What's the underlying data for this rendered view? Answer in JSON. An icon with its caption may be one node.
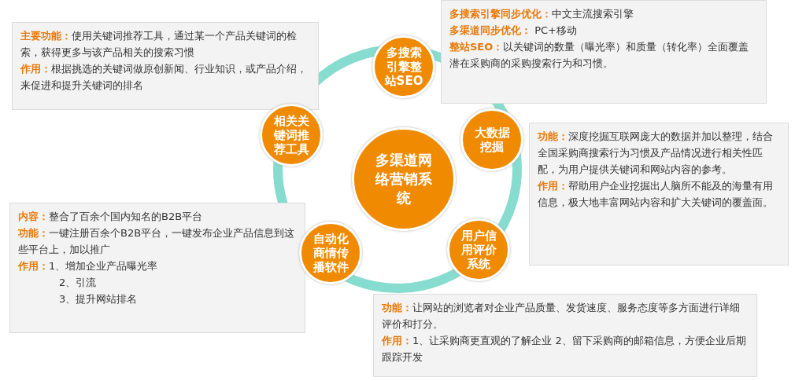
{
  "diagram": {
    "nodes": [
      {
        "text": [
          "**主要功能：**使用关键词推荐工具，通过某一个产品关键词的检索，获得更多与该产品相关的搜索习惯",
          "**作用：**根据挑选的关键词做原创新闻、行业知识，或产品介绍，来促进和提升关键词的排名"
        ]
      },
      {
        "text": [
          "多搜索引擎整站SEO"
        ]
      },
      {
        "text": [
          "**多搜索引擎同步优化：**中文主流搜索引擎",
          "**多渠道同步优化：** PC+移动",
          "**整站SEO：**以关键词的数量（曝光率）和质量（转化率）全面覆盖潜在采购商的采购搜索行为和习惯。"
        ]
      },
      {
        "text": [
          "相关关键词推荐工具"
        ]
      },
      {
        "text": [
          "多渠道网络营销系统"
        ]
      },
      {
        "text": [
          "大数据挖掘"
        ]
      },
      {
        "text": [
          "**功能：**深度挖掘互联网庞大的数据并加以整理，结合全国采购商搜索行为习惯及产品情况进行相关性匹配，为用户提供关键词和网站内容的参考。",
          "**作用：**帮助用户企业挖掘出人脑所不能及的海量有用信息，极大地丰富网站内容和扩大关键词的覆盖面。"
        ]
      },
      {
        "text": [
          "**内容：**整合了百余个国内知名的B2B平台",
          "**功能：**一键注册百余个B2B平台，一键发布企业产品信息到这些平台上，加以推广",
          "**作用：**1、增加企业产品曝光率",
          "2、引流",
          "3、提升网站排名"
        ]
      },
      {
        "text": [
          "自动化商情传播软件"
        ]
      },
      {
        "text": [
          "用户信用评价系统"
        ]
      },
      {
        "text": [
          "**功能：**让网站的浏览者对企业产品质量、发货速度、服务态度等多方面进行详细评价和打分。",
          "**作用：**1、让采购商更直观的了解企业 2、留下采购商的邮箱信息，方便企业后期跟踪开发"
        ]
      }
    ]
  }
}
